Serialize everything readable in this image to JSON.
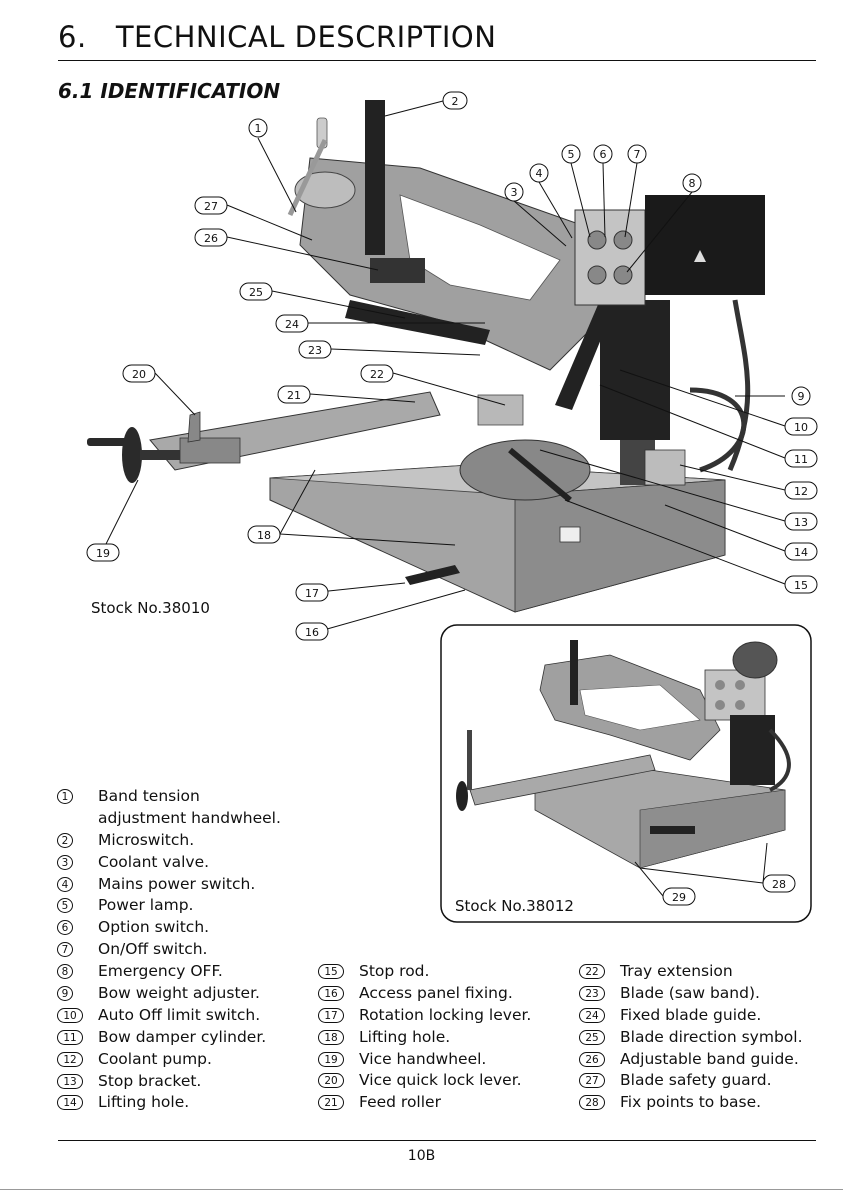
{
  "heading": {
    "title": "6.   TECHNICAL DESCRIPTION",
    "subtitle": "6.1 IDENTIFICATION"
  },
  "photo_main": {
    "caption": "Stock No.38010"
  },
  "photo_inset": {
    "caption": "Stock No.38012"
  },
  "callouts": [
    "1",
    "2",
    "3",
    "4",
    "5",
    "6",
    "7",
    "8",
    "9",
    "10",
    "11",
    "12",
    "13",
    "14",
    "15",
    "16",
    "17",
    "18",
    "19",
    "20",
    "21",
    "22",
    "23",
    "24",
    "25",
    "26",
    "27",
    "28",
    "29"
  ],
  "legend_col1": [
    {
      "num": "1",
      "text": "Band tension",
      "cont": "adjustment handwheel."
    },
    {
      "num": "2",
      "text": "Microswitch."
    },
    {
      "num": "3",
      "text": "Coolant valve."
    },
    {
      "num": "4",
      "text": "Mains power switch."
    },
    {
      "num": "5",
      "text": "Power lamp."
    },
    {
      "num": "6",
      "text": "Option switch."
    },
    {
      "num": "7",
      "text": "On/Off switch."
    },
    {
      "num": "8",
      "text": "Emergency OFF."
    },
    {
      "num": "9",
      "text": "Bow weight adjuster."
    },
    {
      "num": "10",
      "text": "Auto Off limit switch."
    },
    {
      "num": "11",
      "text": "Bow damper cylinder."
    },
    {
      "num": "12",
      "text": "Coolant pump."
    },
    {
      "num": "13",
      "text": "Stop bracket."
    },
    {
      "num": "14",
      "text": "Lifting hole."
    }
  ],
  "legend_col2": [
    {
      "num": "15",
      "text": "Stop rod."
    },
    {
      "num": "16",
      "text": "Access panel fixing."
    },
    {
      "num": "17",
      "text": "Rotation locking lever."
    },
    {
      "num": "18",
      "text": "Lifting hole."
    },
    {
      "num": "19",
      "text": "Vice handwheel."
    },
    {
      "num": "20",
      "text": "Vice quick lock lever."
    },
    {
      "num": "21",
      "text": "Feed roller"
    }
  ],
  "legend_col3": [
    {
      "num": "22",
      "text": "Tray extension"
    },
    {
      "num": "23",
      "text": "Blade (saw band)."
    },
    {
      "num": "24",
      "text": "Fixed blade guide."
    },
    {
      "num": "25",
      "text": "Blade direction symbol."
    },
    {
      "num": "26",
      "text": "Adjustable band guide."
    },
    {
      "num": "27",
      "text": "Blade safety guard."
    },
    {
      "num": "28",
      "text": "Fix points to base."
    }
  ],
  "footer": {
    "page_number": "10B"
  }
}
